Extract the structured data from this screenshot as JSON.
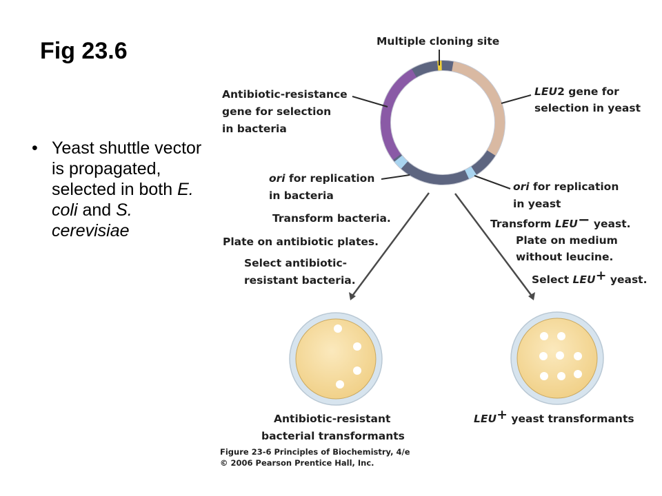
{
  "slide": {
    "title": "Fig 23.6",
    "bullet": {
      "part1": "Yeast shuttle vector is propagated, selected in both ",
      "italic1": "E. coli",
      "part2": " and ",
      "italic2": "S. cerevisiae"
    }
  },
  "labels": {
    "mcs": "Multiple cloning site",
    "antibiotic_gene": [
      "Antibiotic-resistance",
      "gene for selection",
      "in bacteria"
    ],
    "leu2_gene_italic": "LEU",
    "leu2_gene_rest": "2 gene for",
    "leu2_gene_line2": "selection in yeast",
    "ori_bacteria_italic": "ori",
    "ori_bacteria_rest": " for replication",
    "ori_bacteria_line2": "in bacteria",
    "ori_yeast_italic": "ori",
    "ori_yeast_rest": " for replication",
    "ori_yeast_line2": "in yeast",
    "left_steps": [
      "Transform bacteria.",
      "Plate on antibiotic plates.",
      "Select antibiotic-",
      "resistant bacteria."
    ],
    "transform_yeast_pre": "Transform ",
    "transform_yeast_italic": "LEU",
    "transform_yeast_sup": "−",
    "transform_yeast_post": " yeast.",
    "plate_medium": [
      "Plate on medium",
      "without leucine."
    ],
    "select_yeast_pre": "Select ",
    "select_yeast_italic": "LEU",
    "select_yeast_sup": "+",
    "select_yeast_post": " yeast.",
    "bacterial_result": [
      "Antibiotic-resistant",
      "bacterial transformants"
    ],
    "yeast_result_italic": "LEU",
    "yeast_result_sup": "+",
    "yeast_result_rest": " yeast transformants",
    "caption": [
      "Figure 23-6  Principles of Biochemistry, 4/e",
      "© 2006 Pearson Prentice Hall, Inc."
    ]
  },
  "colors": {
    "plasmid_backbone": "#5d6580",
    "leu2_segment": "#d9b9a2",
    "antibiotic_segment": "#8a5aa6",
    "ori_segment": "#a9d4ef",
    "mcs_segment": "#f2d13b",
    "plate_rim": "#d7e4ee",
    "plate_agar": "#f3d99a",
    "arrow": "#4a4a4a"
  }
}
